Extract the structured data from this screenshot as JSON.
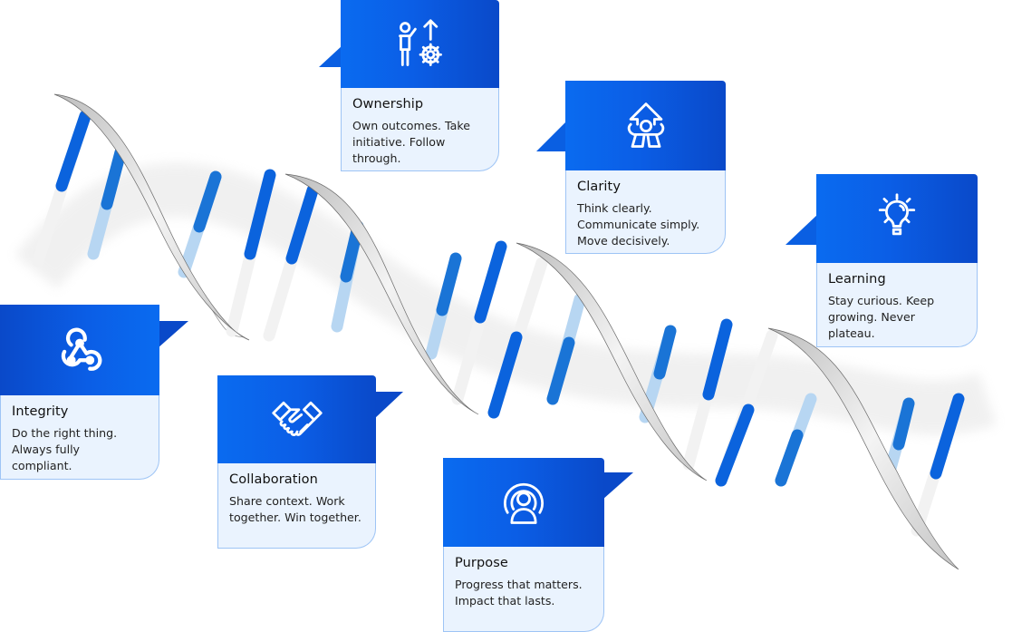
{
  "diagram": {
    "type": "dna-helix-values-infographic",
    "colors": {
      "header_blue_light": "#0a6bf0",
      "header_blue_dark": "#0a49c9",
      "card_body": "#eaf3fe",
      "card_border": "#9ec4f5",
      "rung_blue": "#0b63dd",
      "rung_blue_mid": "#1a74d6",
      "rung_light": "#b7d6f2",
      "rung_white": "#f2f2f2",
      "strand": "#d9d9d9"
    }
  },
  "values": [
    {
      "id": "ownership",
      "icon": "person-gear-arrow-icon",
      "title": "Ownership",
      "description": "Own outcomes. Take initiative. Follow through."
    },
    {
      "id": "clarity",
      "icon": "house-person-clarity-icon",
      "title": "Clarity",
      "description": "Think clearly. Communicate simply. Move decisively."
    },
    {
      "id": "learning",
      "icon": "lightbulb-icon",
      "title": "Learning",
      "description": "Stay curious. Keep growing. Never plateau."
    },
    {
      "id": "integrity",
      "icon": "webhook-nodes-icon",
      "title": "Integrity",
      "description": "Do the right thing. Always fully compliant."
    },
    {
      "id": "collaboration",
      "icon": "handshake-icon",
      "title": "Collaboration",
      "description": "Share context. Work together. Win together."
    },
    {
      "id": "purpose",
      "icon": "person-broadcast-icon",
      "title": "Purpose",
      "description": "Progress that matters. Impact that lasts."
    }
  ]
}
